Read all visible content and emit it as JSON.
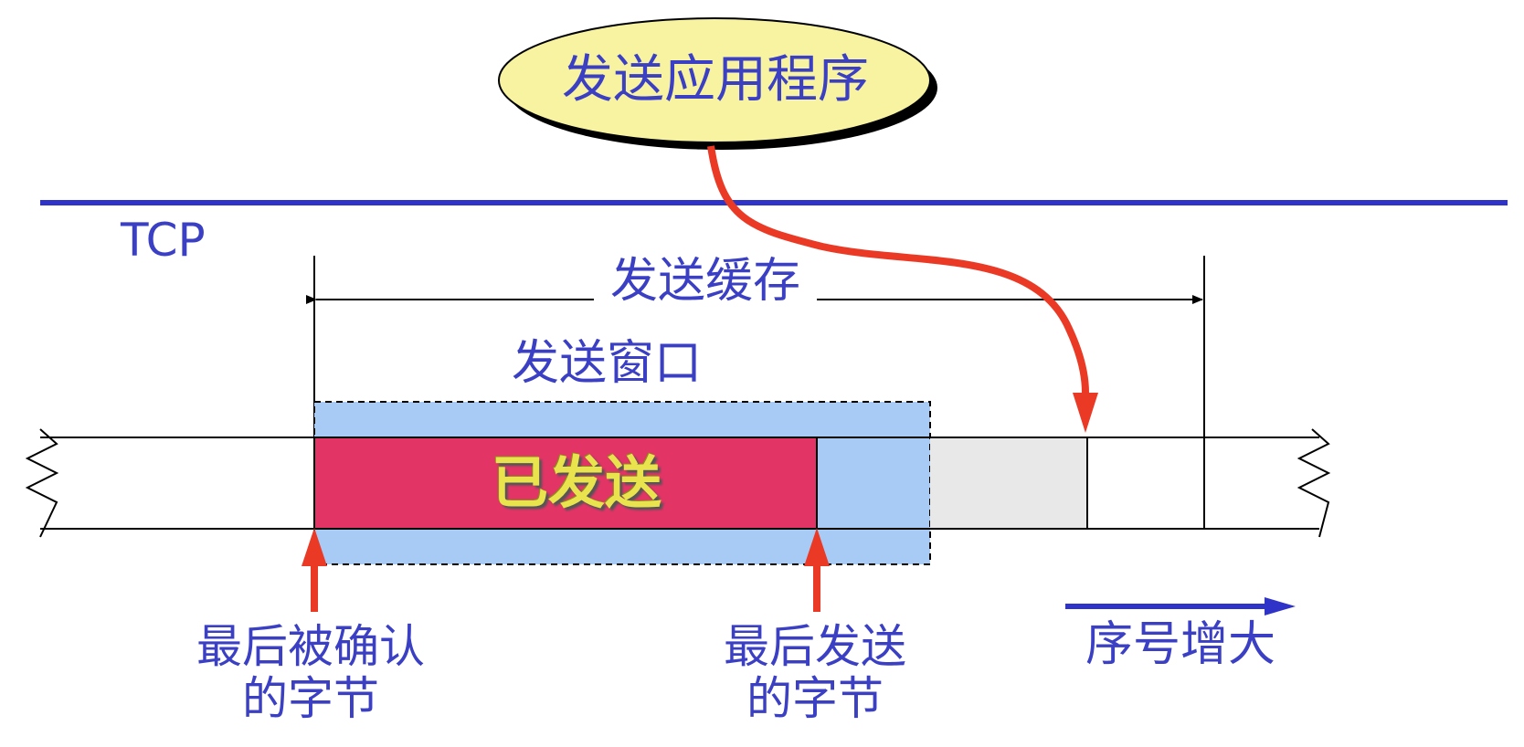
{
  "diagram": {
    "app_label": "发送应用程序",
    "tcp_label": "TCP",
    "send_buffer_label": "发送缓存",
    "send_window_label": "发送窗口",
    "sent_label": "已发送",
    "last_acked": {
      "line1": "最后被确认",
      "line2": "的字节"
    },
    "last_sent": {
      "line1": "最后发送",
      "line2": "的字节"
    },
    "seq_increase_label": "序号增大"
  },
  "colors": {
    "label_blue": "#3a3fc4",
    "divider_blue": "#2f33c8",
    "sent_fill": "#e33466",
    "window_fill": "#a8cbf5",
    "pending_fill": "#e8e8e8",
    "ellipse_fill": "#f8f3a0",
    "arrow_red": "#ea3a26",
    "sent_text": "#e9e44e"
  }
}
